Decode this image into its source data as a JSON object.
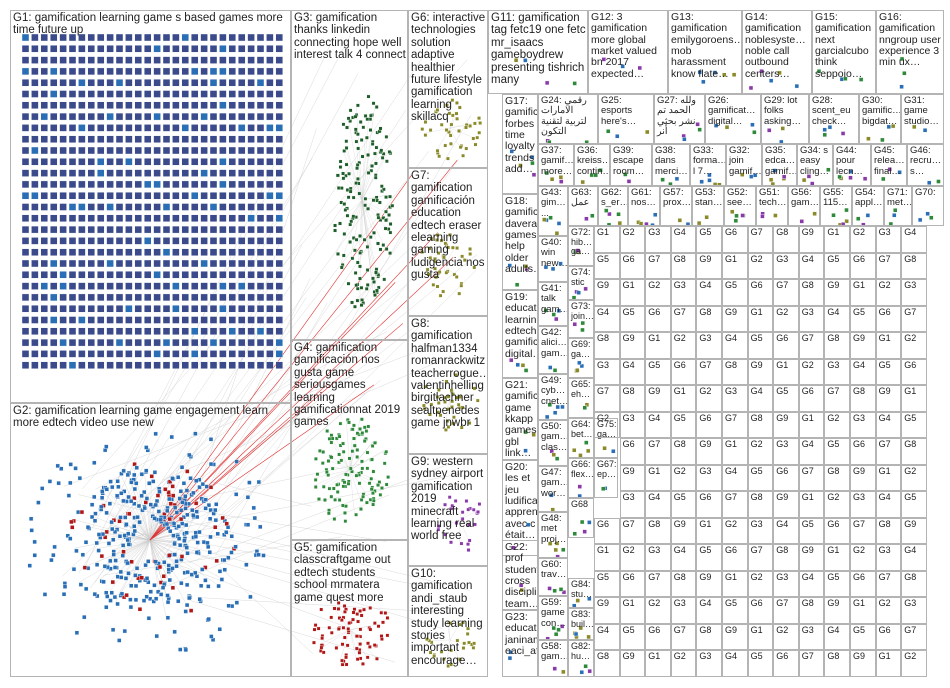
{
  "groups": [
    {
      "id": "G1",
      "label": "G1: gamification learning game s based games more time future up"
    },
    {
      "id": "G2",
      "label": "G2: gamification learning game engagement learn more edtech video use new"
    },
    {
      "id": "G3",
      "label": "G3: gamification thanks linkedin connecting hope well interest talk 4 connect"
    },
    {
      "id": "G4",
      "label": "G4: gamification gamificación nos gusta game seriousgames learning gamificationnat 2019 games"
    },
    {
      "id": "G5",
      "label": "G5: gamification classcraftgame out edtech students school mrmatera game quest more"
    },
    {
      "id": "G6",
      "label": "G6: interactive technologies solution adaptive healthier future lifestyle gamification learning skillacq"
    },
    {
      "id": "G7",
      "label": "G7: gamification gamificación education edtech eraser elearning gaming ludigencia nos gusta"
    },
    {
      "id": "G8",
      "label": "G8: gamification halfman1334 romanrackwitz teacherrogue… valentinhelling birgitlachner sealtpenedes game jnwbr 1"
    },
    {
      "id": "G9",
      "label": "G9: western sydney airport gamification 2019 minecraft learning real world free"
    },
    {
      "id": "G10",
      "label": "G10: gamification andi_staub interesting study learning stories important encourage…"
    },
    {
      "id": "G11",
      "label": "G11: gamification tag fetc19 one fetc mr_isaacs gameboydrew presenting tishrich many"
    },
    {
      "id": "G12",
      "label": "G12: 3 gamification more global market valued bn 2017 expected…"
    },
    {
      "id": "G13",
      "label": "G13: gamification emilygoroens… mob harassment know flate…"
    },
    {
      "id": "G14",
      "label": "G14: gamification noblesyste… noble call outbound centers…"
    },
    {
      "id": "G15",
      "label": "G15: gamification next garcialcubo think seppoio…"
    },
    {
      "id": "G16",
      "label": "G16: gamification nngroup user experience 3 min ux…"
    },
    {
      "id": "G17",
      "label": "G17: gamific… forbes time loyalty trends add…"
    },
    {
      "id": "G18",
      "label": "G18: gamific… daverage games help older adults…"
    },
    {
      "id": "G19",
      "label": "G19: educati… learning edtech gamific… digital…"
    },
    {
      "id": "G20",
      "label": "G20: les et jeu ludificati… apprend… avec c était…"
    },
    {
      "id": "G21",
      "label": "G21: gamific… game kkapp games gbl link…"
    },
    {
      "id": "G22",
      "label": "G22: prof students cross disciplin… team…"
    },
    {
      "id": "G23",
      "label": "G23: educati… janinam… eaci_afr…"
    },
    {
      "id": "G24",
      "label": "G24: رقمي الامارات لتربية لتقنية التكون"
    },
    {
      "id": "G25",
      "label": "G25: esports here's…"
    },
    {
      "id": "G26",
      "label": "G26: gamificat… digital…"
    },
    {
      "id": "G27",
      "label": "G27: ولله الحمد تم نشر بحثي أنر"
    },
    {
      "id": "G28",
      "label": "G28: scent_eu check…"
    },
    {
      "id": "G29",
      "label": "G29: lot folks asking…"
    },
    {
      "id": "G30",
      "label": "G30: gamific… bigdat…"
    },
    {
      "id": "G31",
      "label": "G31: game studio…"
    },
    {
      "id": "G32",
      "label": "G32: join gamif…"
    },
    {
      "id": "G33",
      "label": "G33: forma… l 7…"
    },
    {
      "id": "G34",
      "label": "G34: s easy cling…"
    },
    {
      "id": "G35",
      "label": "G35: edca… gamif…"
    },
    {
      "id": "G36",
      "label": "G36: kreiss… contin…"
    },
    {
      "id": "G37",
      "label": "G37: gamif… more…"
    },
    {
      "id": "G38",
      "label": "G38: dans merci…"
    },
    {
      "id": "G39",
      "label": "G39: escape room…"
    },
    {
      "id": "G40",
      "label": "G40: win new…"
    },
    {
      "id": "G41",
      "label": "G41: talk gam…"
    },
    {
      "id": "G42",
      "label": "G42: alici… gam…"
    },
    {
      "id": "G43",
      "label": "G43: gim… ..."
    },
    {
      "id": "G44",
      "label": "G44: pour lecn…"
    },
    {
      "id": "G45",
      "label": "G45: relea… final…"
    },
    {
      "id": "G46",
      "label": "G46: recru… s…"
    },
    {
      "id": "G47",
      "label": "G47: gam… wor…"
    },
    {
      "id": "G48",
      "label": "G48: met proj…"
    },
    {
      "id": "G49",
      "label": "G49: cyb… cnet…"
    },
    {
      "id": "G50",
      "label": "G50: gam… clas…"
    },
    {
      "id": "G51",
      "label": "G51: tech…"
    },
    {
      "id": "G52",
      "label": "G52: see…"
    },
    {
      "id": "G53",
      "label": "G53: stan…"
    },
    {
      "id": "G54",
      "label": "G54: appl…"
    },
    {
      "id": "G55",
      "label": "G55: 115…"
    },
    {
      "id": "G56",
      "label": "G56: gam…"
    },
    {
      "id": "G57",
      "label": "G57: prox…"
    },
    {
      "id": "G58",
      "label": "G58: gam…"
    },
    {
      "id": "G59",
      "label": "G59: game con…"
    },
    {
      "id": "G60",
      "label": "G60: trav…"
    },
    {
      "id": "G61",
      "label": "G61: nos…"
    },
    {
      "id": "G62",
      "label": "G62: s_er…"
    },
    {
      "id": "G63",
      "label": "G63: عمل"
    },
    {
      "id": "G64",
      "label": "G64: bet…"
    },
    {
      "id": "G65",
      "label": "G65: eh…"
    },
    {
      "id": "G66",
      "label": "G66: flex…"
    },
    {
      "id": "G67",
      "label": "G67: ep…"
    },
    {
      "id": "G68",
      "label": "G68"
    },
    {
      "id": "G69",
      "label": "G69: ga…"
    },
    {
      "id": "G70",
      "label": "G70:"
    },
    {
      "id": "G71",
      "label": "G71: met…"
    },
    {
      "id": "G72",
      "label": "G72: hib… ga…"
    },
    {
      "id": "G73",
      "label": "G73: join…"
    },
    {
      "id": "G74",
      "label": "G74: stic"
    },
    {
      "id": "G75",
      "label": "G75: ga…"
    },
    {
      "id": "G82",
      "label": "G82: hu…"
    },
    {
      "id": "G83",
      "label": "G83: buil…"
    },
    {
      "id": "G84",
      "label": "G84: stu…"
    }
  ],
  "small_group_labels": [
    "G1",
    "G2",
    "G3",
    "G4",
    "G5",
    "G6",
    "G7",
    "G8",
    "G9"
  ],
  "colors": {
    "box_border": "#b4b4b4",
    "edge": "#c8c8c8",
    "highlight_edge": "#e03030",
    "node_dark": "#3a4a8a",
    "node_blue": "#2a6fb5",
    "node_green": "#2e8a3a",
    "node_dark_green": "#1f5e2a",
    "node_red": "#b01818",
    "node_olive": "#8a8a2a",
    "node_purple": "#8a3aa8"
  }
}
